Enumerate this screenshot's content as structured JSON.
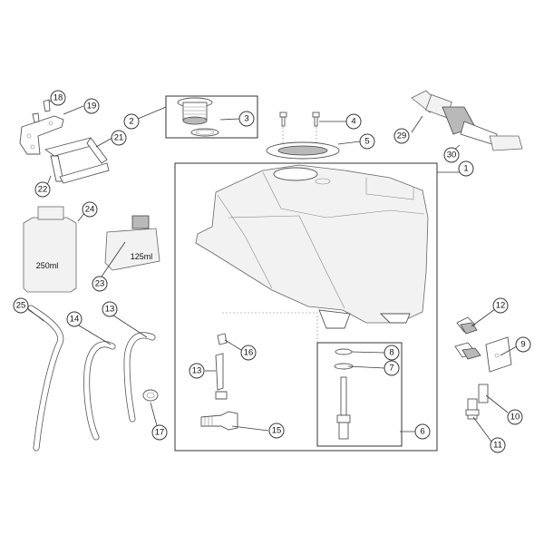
{
  "bottles": {
    "large_volume": "250ml",
    "small_volume": "125ml"
  },
  "callouts": [
    {
      "number": "1"
    },
    {
      "number": "2"
    },
    {
      "number": "3"
    },
    {
      "number": "4"
    },
    {
      "number": "5"
    },
    {
      "number": "6"
    },
    {
      "number": "7"
    },
    {
      "number": "8"
    },
    {
      "number": "9"
    },
    {
      "number": "10"
    },
    {
      "number": "11"
    },
    {
      "number": "12"
    },
    {
      "number": "13"
    },
    {
      "number": "13"
    },
    {
      "number": "14"
    },
    {
      "number": "15"
    },
    {
      "number": "16"
    },
    {
      "number": "17"
    },
    {
      "number": "18"
    },
    {
      "number": "19"
    },
    {
      "number": "21"
    },
    {
      "number": "22"
    },
    {
      "number": "23"
    },
    {
      "number": "24"
    },
    {
      "number": "25"
    },
    {
      "number": "29"
    },
    {
      "number": "30"
    }
  ]
}
